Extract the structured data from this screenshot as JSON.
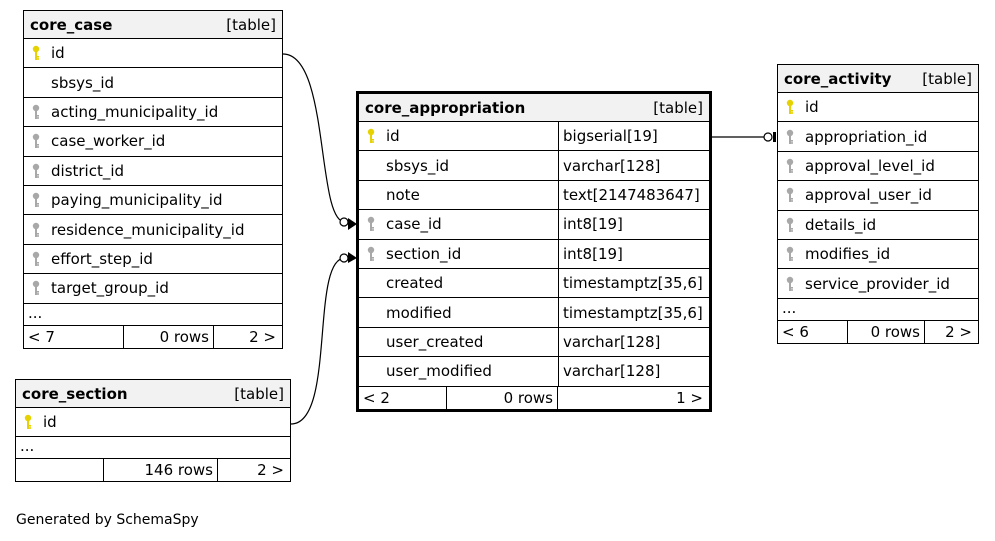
{
  "credit": "Generated by SchemaSpy",
  "colors": {
    "primary_key": "#e6d200",
    "foreign_key": "#a8a8a8",
    "header_bg": "#f2f2f2"
  },
  "tables": {
    "core_case": {
      "name": "core_case",
      "kind": "[table]",
      "columns": [
        {
          "name": "id",
          "key": "primary"
        },
        {
          "name": "sbsys_id",
          "key": "none"
        },
        {
          "name": "acting_municipality_id",
          "key": "foreign"
        },
        {
          "name": "case_worker_id",
          "key": "foreign"
        },
        {
          "name": "district_id",
          "key": "foreign"
        },
        {
          "name": "paying_municipality_id",
          "key": "foreign"
        },
        {
          "name": "residence_municipality_id",
          "key": "foreign"
        },
        {
          "name": "effort_step_id",
          "key": "foreign"
        },
        {
          "name": "target_group_id",
          "key": "foreign"
        }
      ],
      "ellipsis": "...",
      "footer": {
        "parents": "< 7",
        "rows": "0 rows",
        "children": "2 >"
      }
    },
    "core_section": {
      "name": "core_section",
      "kind": "[table]",
      "columns": [
        {
          "name": "id",
          "key": "primary"
        }
      ],
      "ellipsis": "...",
      "footer": {
        "parents": "",
        "rows": "146 rows",
        "children": "2 >"
      }
    },
    "core_appropriation": {
      "name": "core_appropriation",
      "kind": "[table]",
      "columns": [
        {
          "name": "id",
          "key": "primary",
          "type": "bigserial[19]"
        },
        {
          "name": "sbsys_id",
          "key": "none",
          "type": "varchar[128]"
        },
        {
          "name": "note",
          "key": "none",
          "type": "text[2147483647]"
        },
        {
          "name": "case_id",
          "key": "foreign",
          "type": "int8[19]"
        },
        {
          "name": "section_id",
          "key": "foreign",
          "type": "int8[19]"
        },
        {
          "name": "created",
          "key": "none",
          "type": "timestamptz[35,6]"
        },
        {
          "name": "modified",
          "key": "none",
          "type": "timestamptz[35,6]"
        },
        {
          "name": "user_created",
          "key": "none",
          "type": "varchar[128]"
        },
        {
          "name": "user_modified",
          "key": "none",
          "type": "varchar[128]"
        }
      ],
      "footer": {
        "parents": "< 2",
        "rows": "0 rows",
        "children": "1 >"
      }
    },
    "core_activity": {
      "name": "core_activity",
      "kind": "[table]",
      "columns": [
        {
          "name": "id",
          "key": "primary"
        },
        {
          "name": "appropriation_id",
          "key": "foreign"
        },
        {
          "name": "approval_level_id",
          "key": "foreign"
        },
        {
          "name": "approval_user_id",
          "key": "foreign"
        },
        {
          "name": "details_id",
          "key": "foreign"
        },
        {
          "name": "modifies_id",
          "key": "foreign"
        },
        {
          "name": "service_provider_id",
          "key": "foreign"
        }
      ],
      "ellipsis": "...",
      "footer": {
        "parents": "< 6",
        "rows": "0 rows",
        "children": "2 >"
      }
    }
  }
}
